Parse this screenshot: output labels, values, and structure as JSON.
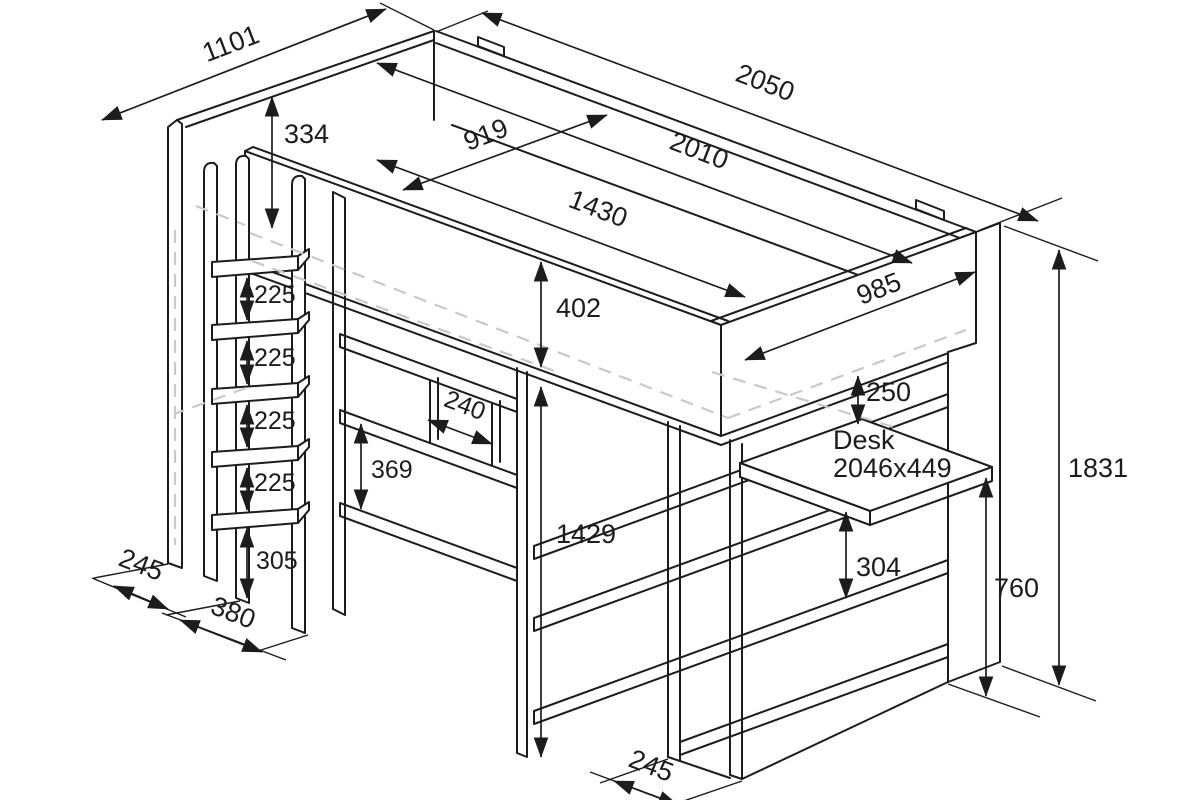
{
  "dimensions": {
    "overall": {
      "width": "1101",
      "length": "2050",
      "height": "1831"
    },
    "bed": {
      "inner_length": "2010",
      "mattress_length": "1430",
      "mattress_width": "919",
      "bed_end_width": "985",
      "front_rail_height": "402",
      "headboard_drop": "334",
      "underbed_clearance": "1429",
      "shelf_gap_below_bed": "250"
    },
    "desk": {
      "label": "Desk",
      "size": "2046x449",
      "height": "760",
      "shelf_spacing": "304",
      "base_depth": "245"
    },
    "ladder": {
      "step_spacing": [
        "225",
        "225",
        "225",
        "225"
      ],
      "bottom_step_height": "305",
      "width": "380",
      "side_depth": "245"
    },
    "side_shelf": {
      "compartment_width": "240",
      "opening_height": "369"
    }
  },
  "colors": {
    "line": "#1c1c1c",
    "hidden_line": "#c9c9c9",
    "background": "#ffffff",
    "text": "#1c1c1c"
  }
}
